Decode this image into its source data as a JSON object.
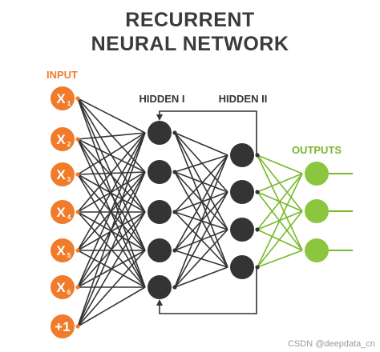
{
  "title": {
    "line1": "RECURRENT",
    "line2": "NEURAL NETWORK"
  },
  "labels": {
    "input": "INPUT",
    "hidden1": "HIDDEN I",
    "hidden2": "HIDDEN II",
    "outputs": "OUTPUTS"
  },
  "input_nodes": [
    {
      "main": "X",
      "sub": "1"
    },
    {
      "main": "X",
      "sub": "2"
    },
    {
      "main": "X",
      "sub": "3"
    },
    {
      "main": "X",
      "sub": "4"
    },
    {
      "main": "X",
      "sub": "5"
    },
    {
      "main": "X",
      "sub": "6"
    },
    {
      "main": "+1",
      "sub": ""
    }
  ],
  "hidden1_count": 5,
  "hidden2_count": 4,
  "output_count": 3,
  "watermark": "CSDN @deepdata_cn",
  "colors": {
    "orange": "#f07c2b",
    "dark": "#333436",
    "green": "#8cc63f",
    "green_line": "#77b82a",
    "text_dark": "#3a3b3d"
  }
}
